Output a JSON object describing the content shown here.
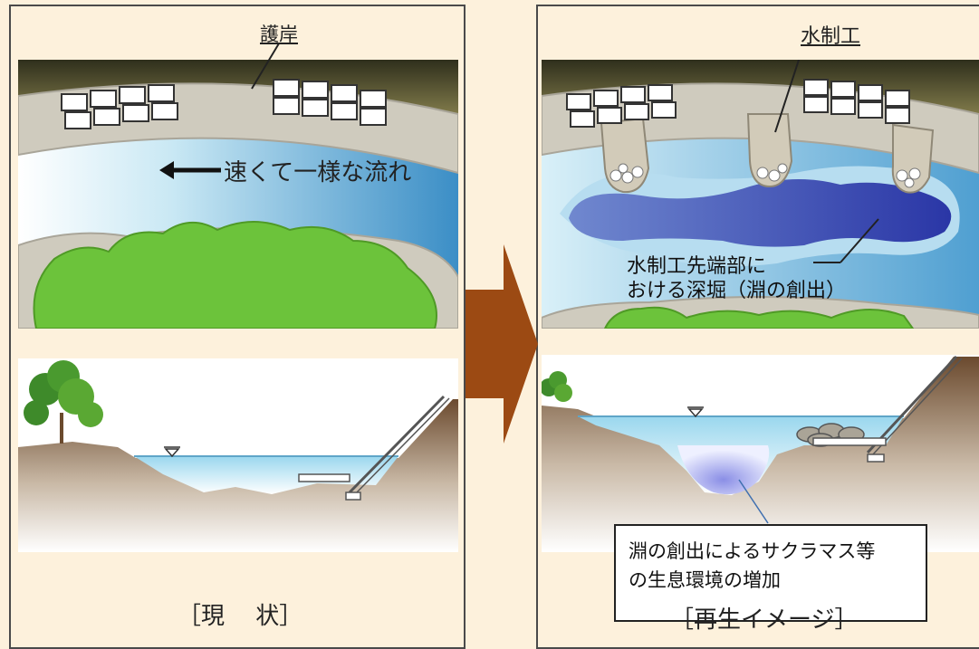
{
  "current": {
    "label_revetment": "護岸",
    "label_flow": "速くて一様な流れ",
    "caption": "［現　 状］"
  },
  "future": {
    "label_groyne": "水制工",
    "label_scour_line1": "水制工先端部に",
    "label_scour_line2": "おける深堀（淵の創出）",
    "note_line1": "淵の創出によるサクラマス等",
    "note_line2": "の生息環境の増加",
    "caption": "［再生イメージ］"
  },
  "colors": {
    "background": "#fdf1dc",
    "arrow": "#9c4a13",
    "vegetation": "#6cc33b",
    "bank": "#7a5c3c",
    "water": "#8fcfea",
    "deep_pool": "#3e4fb0"
  }
}
